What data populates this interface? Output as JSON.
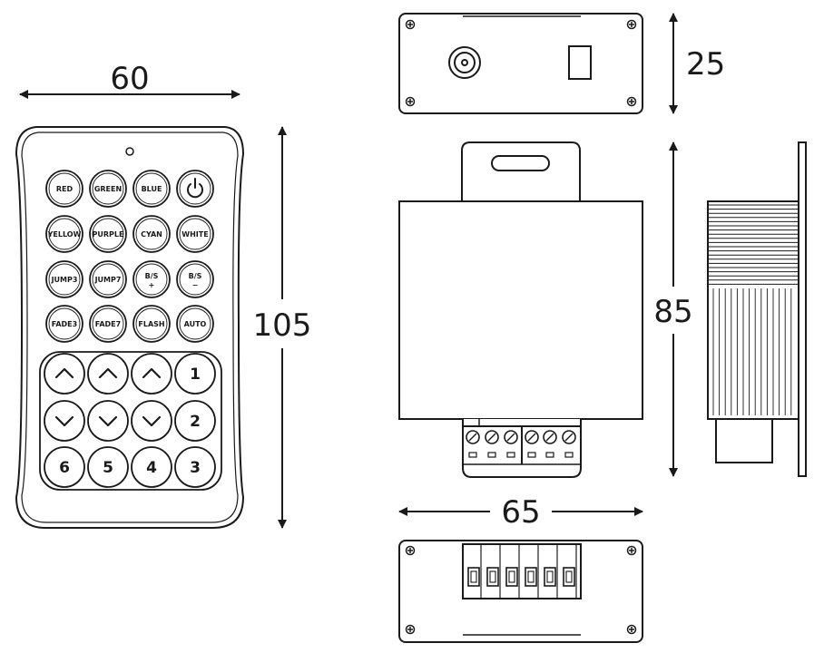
{
  "dimensions": {
    "remote_width": "60",
    "remote_height": "105",
    "controller_thickness": "25",
    "controller_height": "85",
    "controller_width": "65"
  },
  "remote": {
    "small_buttons": [
      [
        "RED",
        "GREEN",
        "BLUE",
        "power-icon"
      ],
      [
        "YELLOW",
        "PURPLE",
        "CYAN",
        "WHITE"
      ],
      [
        "JUMP3",
        "JUMP7",
        "B/S\n+",
        "B/S\n−"
      ],
      [
        "FADE3",
        "FADE7",
        "FLASH",
        "AUTO"
      ]
    ],
    "keypad": [
      [
        "up-arrow-icon",
        "up-arrow-icon",
        "up-arrow-icon",
        "1"
      ],
      [
        "down-arrow-icon",
        "down-arrow-icon",
        "down-arrow-icon",
        "2"
      ],
      [
        "6",
        "5",
        "4",
        "3"
      ]
    ]
  },
  "colors": {
    "line": "#1a1a1a",
    "remote_body": "#ffffff",
    "controller_body": "#ffffff"
  }
}
